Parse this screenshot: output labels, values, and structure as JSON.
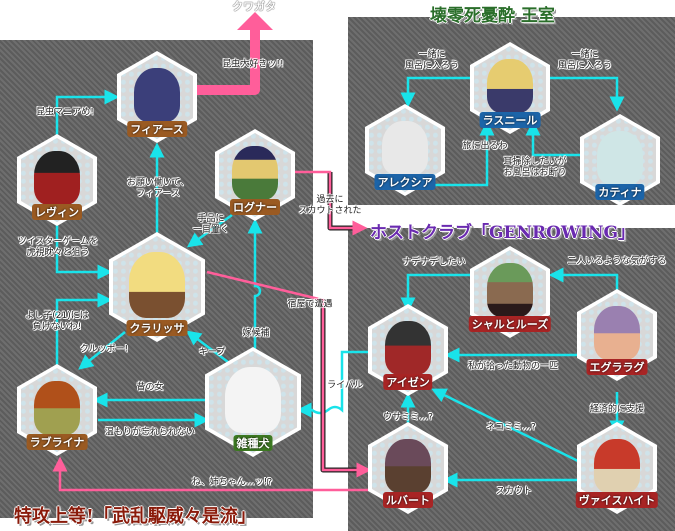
{
  "colors": {
    "cyan": "#19e3ea",
    "pink": "#ff5e9a",
    "panel": "#666666"
  },
  "titles": {
    "royal": "壊零死憂酔 王室",
    "host": "ホストクラブ「GENROWING」",
    "gang": "特攻上等!「武乱駆威々是流」",
    "kuwagata": "クワガタ"
  },
  "characters": {
    "fiers": "フィアース",
    "levin": "レヴィン",
    "rogner": "ログナー",
    "clarissa": "クラリッサ",
    "labrina": "ラブライナ",
    "dog": "雑種犬",
    "rasnil": "ラスニール",
    "alexia": "アレクシア",
    "katina": "カティナ",
    "charl": "シャルとルーズ",
    "eisen": "アイゼン",
    "egrarag": "エグララグ",
    "rupert": "ルバート",
    "weisheit": "ヴァイスハイト"
  },
  "relations": {
    "konchu_daisuki": "昆虫大好きッ!!",
    "konchu_mania": "昆虫マニアめ!",
    "onegai": "お願い働いて、\nフィアース",
    "tejina": "手品に\n一目置く",
    "twister": "ツイスターゲームを\n虎視眈々と狙う",
    "yoshiko": "よし子(21)には\n負けないわ!",
    "kurupo": "クルッポー!",
    "keep": "キープ",
    "yome": "嫁候補",
    "mukashi": "昔の女",
    "nukumori": "温もりが忘れられない",
    "yadoya": "宿屋で遭遇",
    "kako": "過去に\nスカウトされた",
    "nee": "ね、姉ちゃん…ッ!?",
    "rival": "ライバル",
    "furo1": "一緒に\n風呂に入ろう",
    "furo2": "一緒に\n風呂に入ろう",
    "tabi": "旅に出るわ",
    "mimi": "耳掃除したいが\nお風呂はお断り",
    "nadenade": "ナデナデしたい",
    "futari": "二人いるような気がする",
    "hirotta": "私が拾った動物の一匹",
    "keizai": "経済的に支援",
    "scout": "スカウト",
    "nekomimi": "ネコミミ…?",
    "usamimi": "ウサミミ…?"
  }
}
